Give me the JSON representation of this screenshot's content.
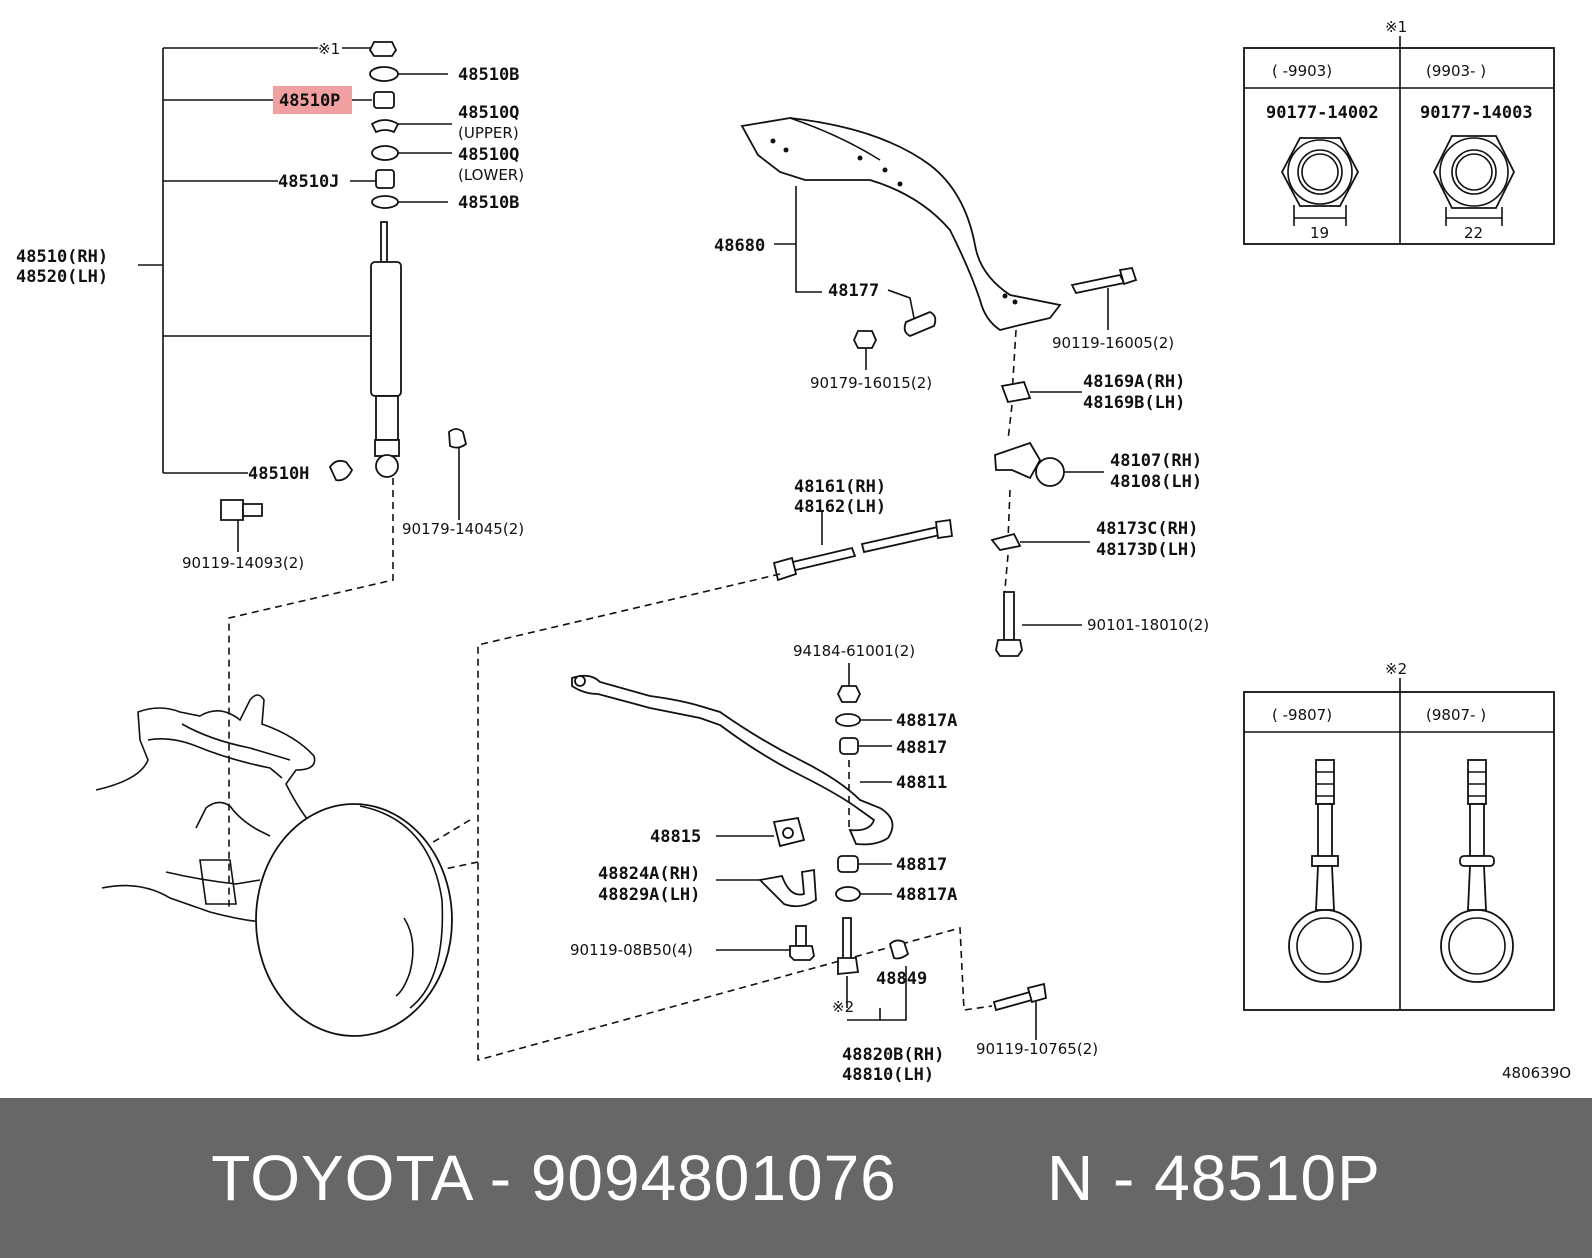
{
  "labels": {
    "note1_top": "※1",
    "p48510B_a": "48510B",
    "p48510P": "48510P",
    "p48510Q_a": "48510Q",
    "upper": "(UPPER)",
    "p48510Q_b": "48510Q",
    "lower": "(LOWER)",
    "p48510J": "48510J",
    "p48510B_b": "48510B",
    "p48510_rh": "48510(RH)",
    "p48520_lh": "48520(LH)",
    "p48510H": "48510H",
    "p90179_14045": "90179-14045(2)",
    "p90119_14093": "90119-14093(2)",
    "p48680": "48680",
    "p48177": "48177",
    "p90119_16005": "90119-16005(2)",
    "p90179_16015": "90179-16015(2)",
    "p48169A": "48169A(RH)",
    "p48169B": "48169B(LH)",
    "p48107": "48107(RH)",
    "p48108": "48108(LH)",
    "p48161": "48161(RH)",
    "p48162": "48162(LH)",
    "p48173C": "48173C(RH)",
    "p48173D": "48173D(LH)",
    "p90101_18010": "90101-18010(2)",
    "p94184_61001": "94184-61001(2)",
    "p48817A_a": "48817A",
    "p48817_a": "48817",
    "p48811": "48811",
    "p48815": "48815",
    "p48817_b": "48817",
    "p48824A": "48824A(RH)",
    "p48829A": "48829A(LH)",
    "p48817A_b": "48817A",
    "p90119_08B50": "90119-08B50(4)",
    "p48849": "48849",
    "note2_bottom": "※2",
    "p48820B": "48820B(RH)",
    "p48810": "48810(LH)",
    "p90119_10765": "90119-10765(2)",
    "diagram_code": "480639O"
  },
  "table1": {
    "note": "※1",
    "col1_range": "(      -9903)",
    "col2_range": "(9903-      )",
    "col1_part": "90177-14002",
    "col2_part": "90177-14003",
    "col1_size": "19",
    "col2_size": "22"
  },
  "table2": {
    "note": "※2",
    "col1_range": "(      -9807)",
    "col2_range": "(9807-      )"
  },
  "highlight_color": "#f0a0a0",
  "footer": {
    "brand_part": "TOYOTA - 9094801076",
    "ref": "N - 48510P",
    "background": "#676767"
  }
}
